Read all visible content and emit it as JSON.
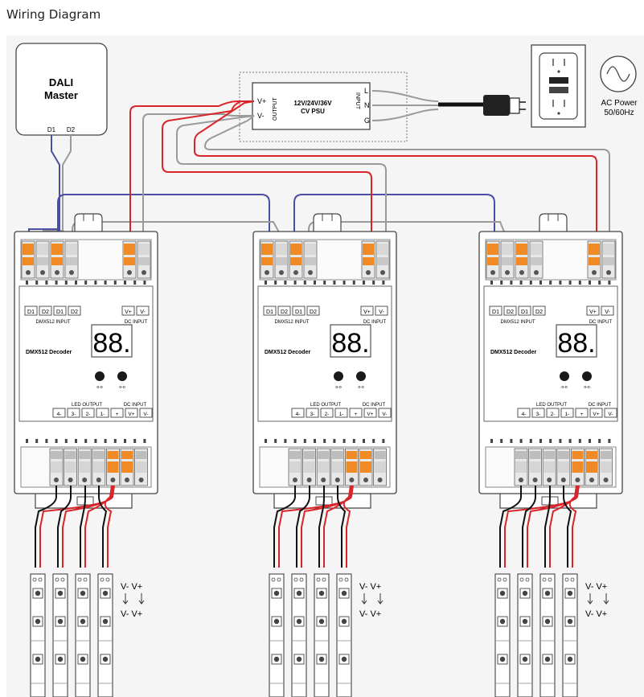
{
  "page": {
    "title": "Wiring Diagram"
  },
  "dali_master": {
    "line1": "DALI",
    "line2": "Master",
    "pin1": "D1",
    "pin2": "D2"
  },
  "psu": {
    "output_label": "OUTPUT",
    "input_label": "INPUT",
    "vplus": "V+",
    "vminus": "V-",
    "model_line1": "12V/24V/36V",
    "model_line2": "CV PSU",
    "l": "L",
    "n": "N",
    "g": "G"
  },
  "ac_power": {
    "line1": "AC Power",
    "line2": "50/60Hz"
  },
  "decoder": {
    "top_pins": [
      "D1",
      "D2",
      "D1",
      "D2"
    ],
    "dmx_input": "DMX512 INPUT",
    "dc_pins": [
      "V+",
      "V-"
    ],
    "dc_input": "DC INPUT",
    "title": "DMX512 Decoder",
    "display": "88.",
    "btn_a": "o-o",
    "btn_b": "o-o",
    "led_output": "LED OUTPUT",
    "bottom_pins": [
      "4-",
      "3-",
      "2-",
      "1-",
      "+",
      "V+",
      "V-"
    ]
  },
  "strip": {
    "top_line": "V- V+",
    "bottom_line": "V- V+"
  },
  "colors": {
    "red_wire": "#d9252a",
    "grey_wire": "#9a9a9a",
    "blue_wire": "#4b4fa3",
    "orange_terminal": "#f08a24",
    "outline": "#333333"
  }
}
